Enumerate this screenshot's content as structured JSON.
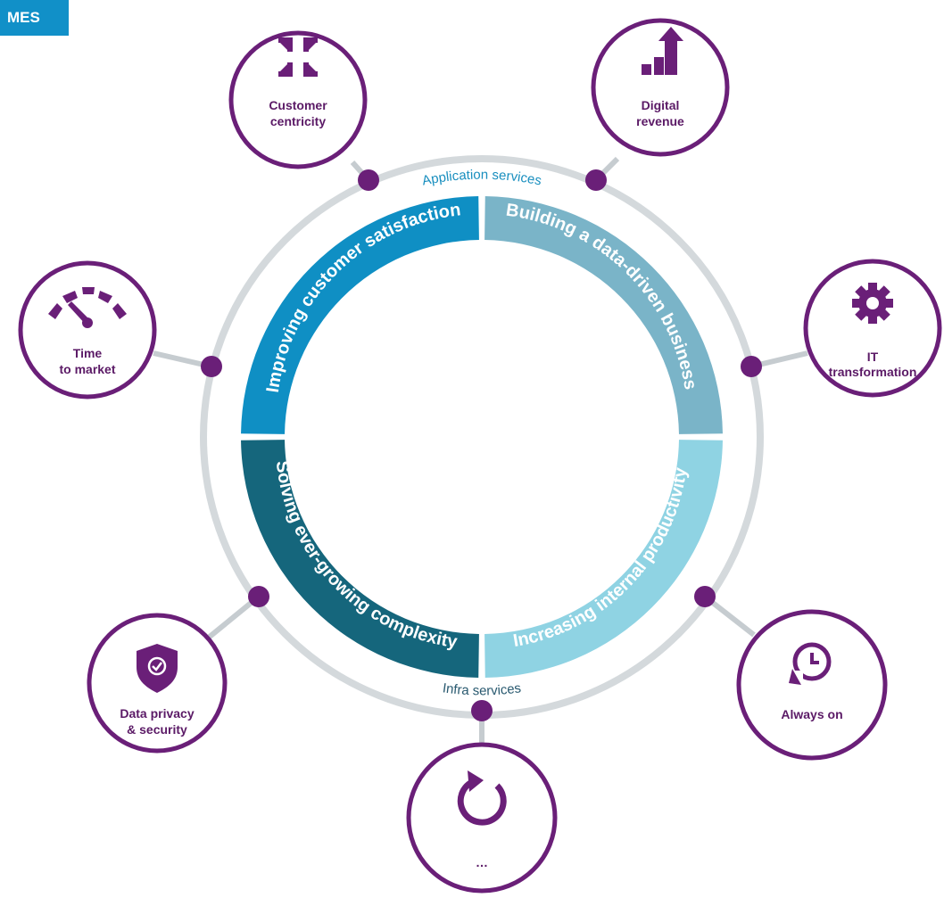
{
  "tag": {
    "text": "MES"
  },
  "ring": {
    "top_caption": "Application services",
    "bottom_caption": "Infra services",
    "segments": [
      {
        "label": "Improving customer satisfaction",
        "color": "#0f8fc4"
      },
      {
        "label": "Building a data-driven business",
        "color": "#7ab4c8"
      },
      {
        "label": "Increasing internal productivity",
        "color": "#8fd3e3"
      },
      {
        "label": "Solving ever-growing complexity",
        "color": "#15667c"
      }
    ]
  },
  "satellites": [
    {
      "icon": "compress-arrows-icon",
      "line1": "Customer",
      "line2": "centricity"
    },
    {
      "icon": "growth-chart-icon",
      "line1": "Digital",
      "line2": "revenue"
    },
    {
      "icon": "gear-icon",
      "line1": "IT",
      "line2": "transformation"
    },
    {
      "icon": "clock-refresh-icon",
      "line1": "Always on",
      "line2": ""
    },
    {
      "icon": "refresh-icon",
      "line1": "…",
      "line2": ""
    },
    {
      "icon": "shield-check-icon",
      "line1": "Data privacy",
      "line2": "& security"
    },
    {
      "icon": "speedometer-icon",
      "line1": "Time",
      "line2": "to market"
    }
  ],
  "colors": {
    "purple": "#6a1f78",
    "outer_ring": "#d4d9dc",
    "connector": "#c6ccd0",
    "tag_blue": "#1190c8"
  }
}
